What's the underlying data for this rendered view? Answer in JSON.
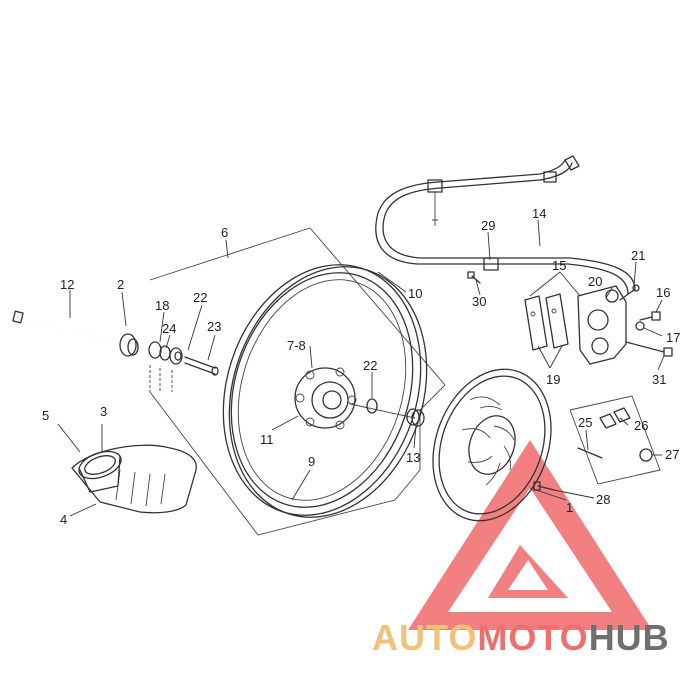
{
  "callouts": {
    "c1": "1",
    "c2": "2",
    "c3": "3",
    "c4": "4",
    "c5": "5",
    "c6": "6",
    "c78": "7-8",
    "c9": "9",
    "c10": "10",
    "c11": "11",
    "c12": "12",
    "c13": "13",
    "c14": "14",
    "c15": "15",
    "c16": "16",
    "c17": "17",
    "c18": "18",
    "c19": "19",
    "c20": "20",
    "c21": "21",
    "c22a": "22",
    "c22b": "22",
    "c23": "23",
    "c24": "24",
    "c25": "25",
    "c26": "26",
    "c27": "27",
    "c28": "28",
    "c29": "29",
    "c30": "30",
    "c31": "31"
  },
  "watermark": {
    "part1": "AUTO",
    "part2": "MOTO",
    "part3": "HUB",
    "color1": "#f2c27a",
    "color2": "#ef6f6f",
    "color3": "#6f6f6f",
    "logo_icon": "warning-triangle-icon"
  }
}
